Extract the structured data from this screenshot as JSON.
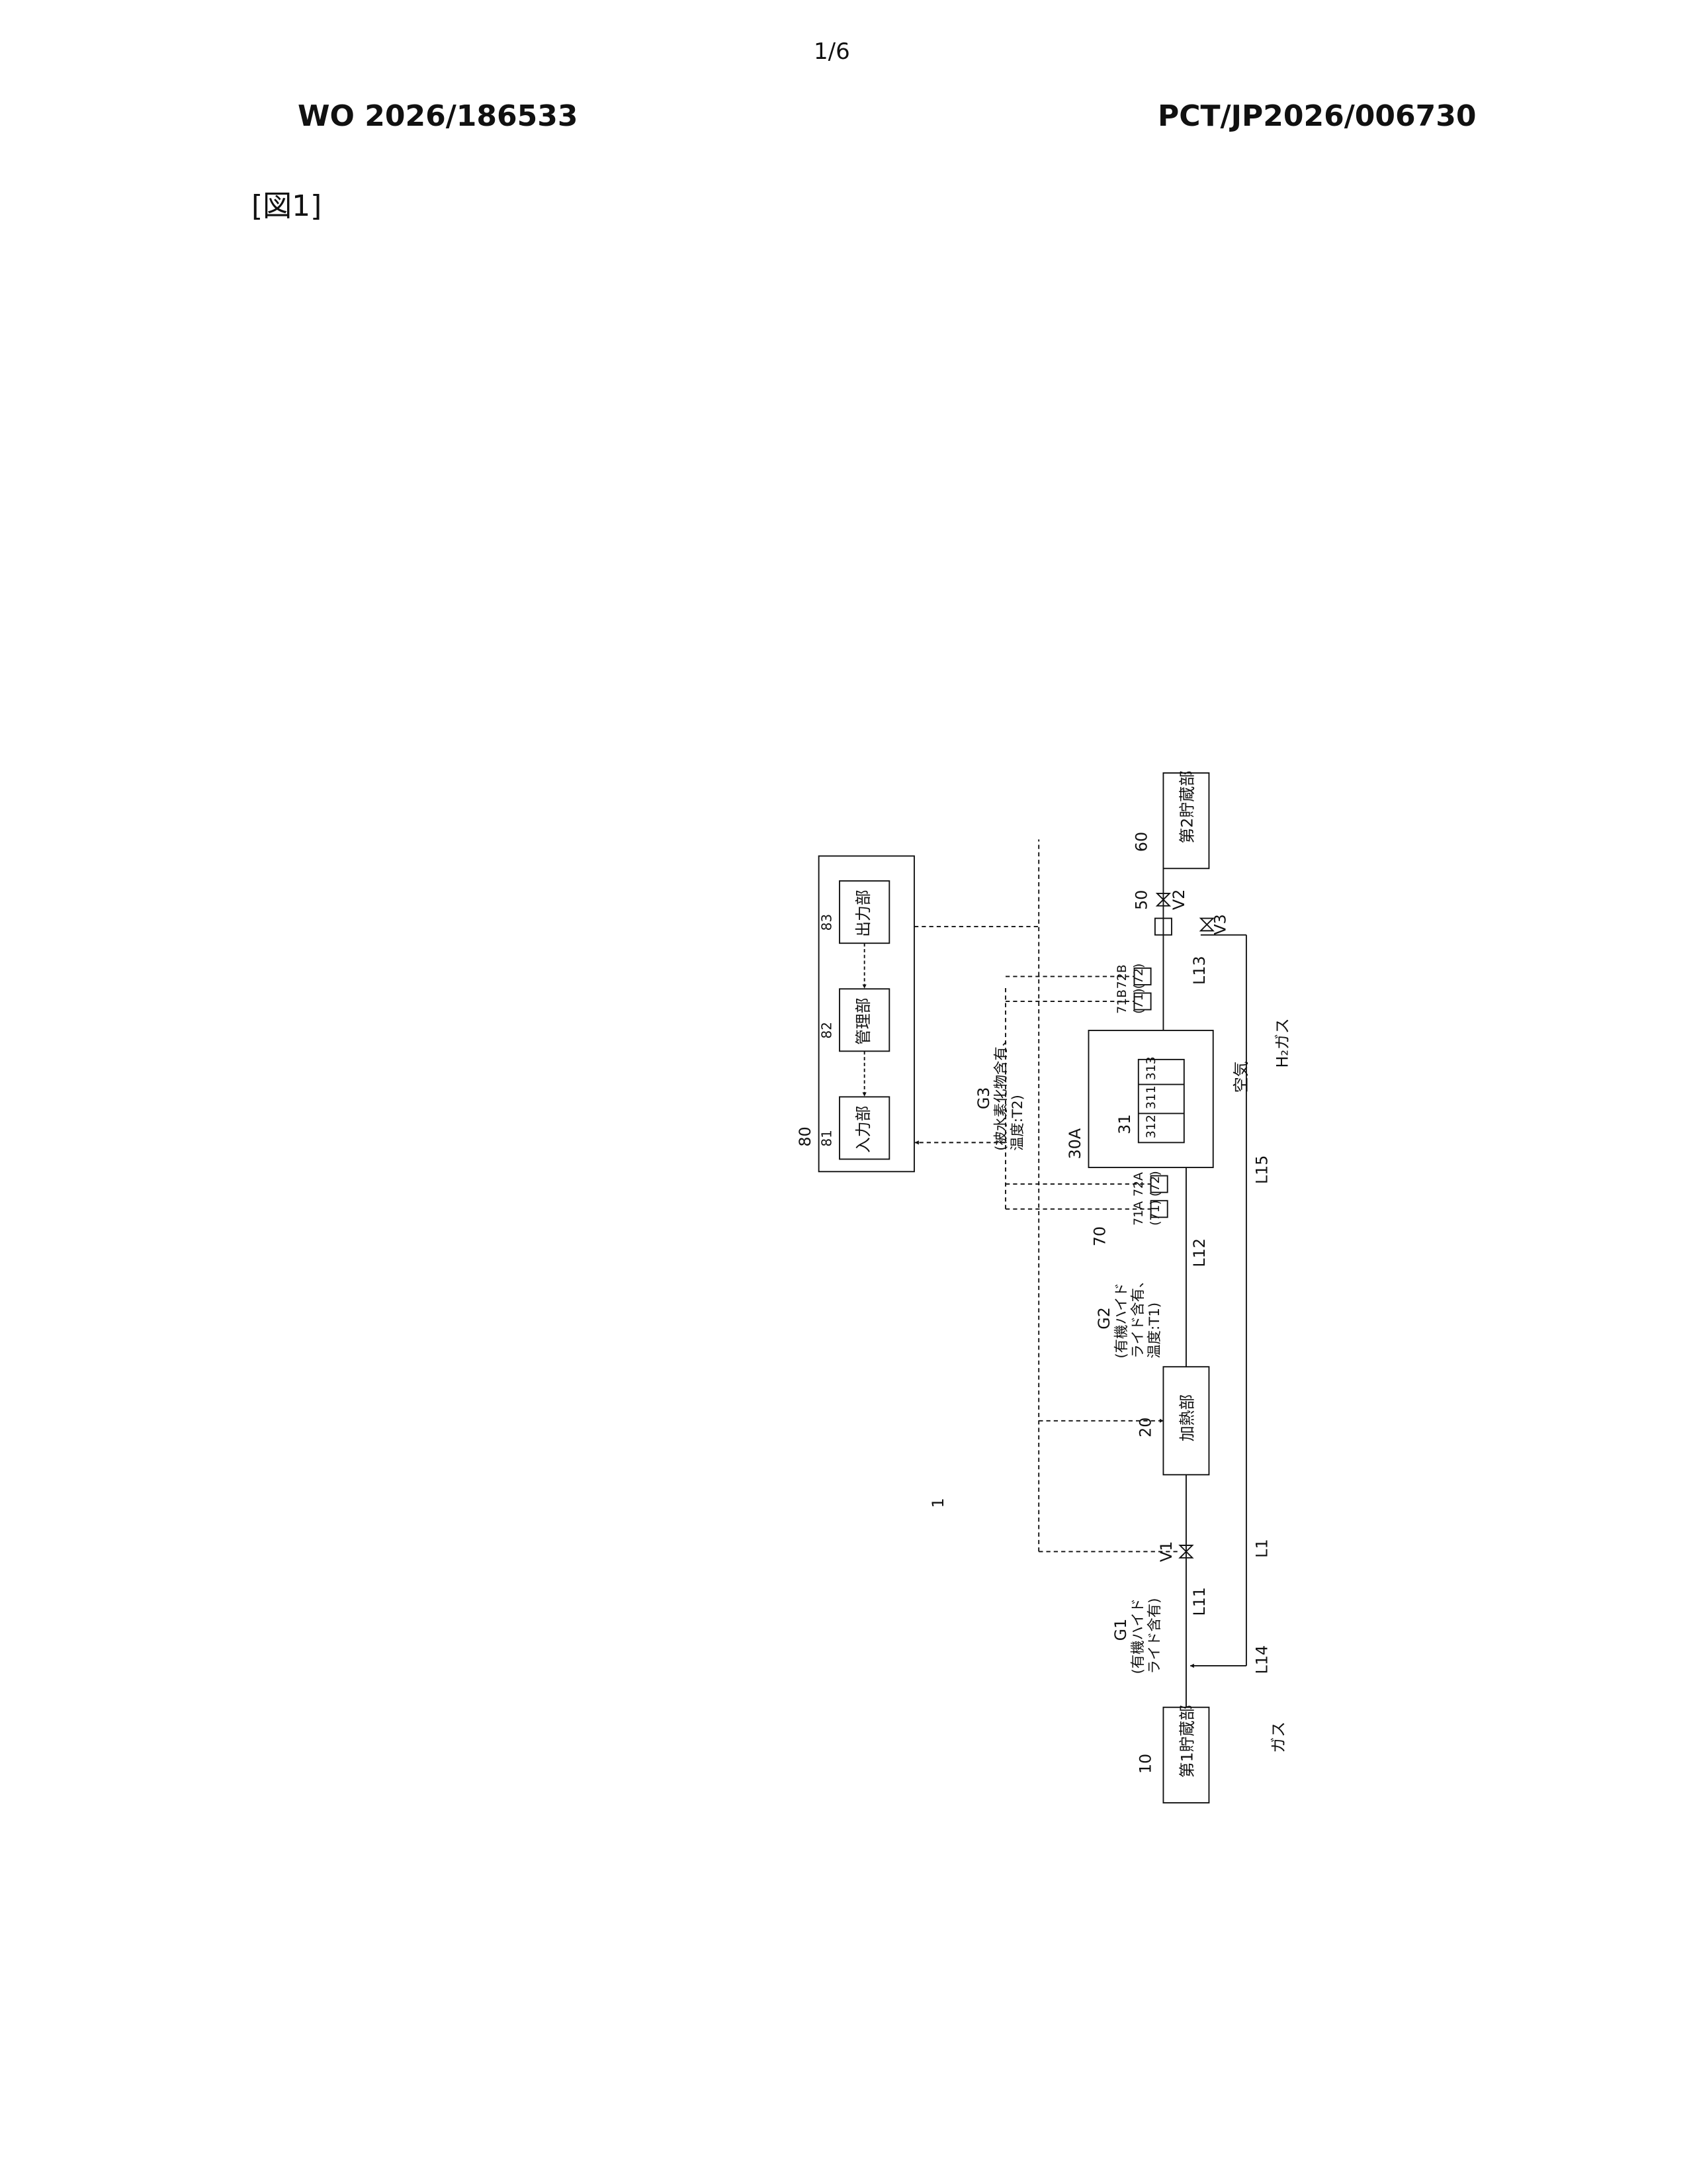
{
  "header": {
    "page_number": "1/6",
    "publication_number": "WO 2026/186533",
    "application_number": "PCT/JP2026/006730",
    "figure_label": "[図1]"
  },
  "diagram": {
    "system_ref": "1",
    "units": {
      "storage1": {
        "ref": "10",
        "label": "第1貯蔵部"
      },
      "heater": {
        "ref": "20",
        "label": "加熱部"
      },
      "reactor": {
        "ref": "30A",
        "label": "31",
        "sub_refs": [
          "312",
          "311",
          "313"
        ]
      },
      "junction": {
        "ref": "50"
      },
      "storage2": {
        "ref": "60",
        "label": "第2貯蔵部"
      },
      "sensor_group": {
        "ref": "70"
      },
      "controller": {
        "ref": "80",
        "input": {
          "ref": "81",
          "label": "入力部"
        },
        "manager": {
          "ref": "82",
          "label": "管理部"
        },
        "output": {
          "ref": "83",
          "label": "出力部"
        }
      }
    },
    "sensors": {
      "s71A": {
        "ref": "71A",
        "alt": "(71)"
      },
      "s72A": {
        "ref": "72A",
        "alt": "(72)"
      },
      "s71B": {
        "ref": "71B",
        "alt": "(71)"
      },
      "s72B": {
        "ref": "72B",
        "alt": "(72)"
      }
    },
    "valves": {
      "v1": "V1",
      "v2": "V2",
      "v3": "V3"
    },
    "lines": {
      "l1": "L1",
      "l11": "L11",
      "l12": "L12",
      "l13": "L13",
      "l14": "L14",
      "l15": "L15"
    },
    "gases": {
      "g1": {
        "label": "G1",
        "desc_1": "(有機ハイド",
        "desc_2": "ライド含有)"
      },
      "g2": {
        "label": "G2",
        "desc_1": "(有機ハイド",
        "desc_2": "ライド含有、",
        "desc_3": "温度:T1)"
      },
      "g3": {
        "label": "G3",
        "desc_1": "(被水素化物含有、",
        "desc_2": "温度:T2)"
      }
    },
    "air": "空気",
    "h2_gas": "H₂ガス",
    "gas": "ガス"
  }
}
